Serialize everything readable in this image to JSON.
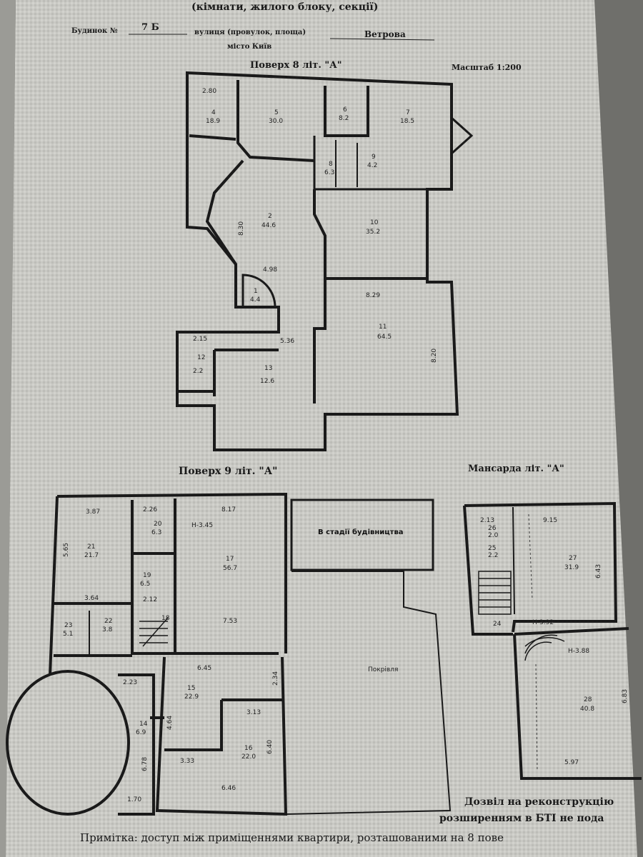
{
  "header": {
    "top_line": "(кімнати, жилого блоку, секції)",
    "building_label": "Будинок №",
    "building_number": "7 Б",
    "street_label": "вулиця (провулок, площа)",
    "street": "Ветрова",
    "city": "місто Київ"
  },
  "floor8": {
    "title": "Поверх 8 літ. \"А\"",
    "scale": "Масштаб 1:200",
    "rooms": [
      {
        "no": "4",
        "area": "18.9"
      },
      {
        "no": "5",
        "area": "30.0"
      },
      {
        "no": "6",
        "area": "8.2"
      },
      {
        "no": "7",
        "area": "18.5"
      },
      {
        "no": "8",
        "area": "6.3"
      },
      {
        "no": "9",
        "area": "4.2"
      },
      {
        "no": "2",
        "area": "44.6"
      },
      {
        "no": "10",
        "area": "35.2"
      },
      {
        "no": "1",
        "area": "4.4"
      },
      {
        "no": "11",
        "area": "64.5"
      },
      {
        "no": "12",
        "area": "2.2"
      },
      {
        "no": "13",
        "area": "12.6"
      }
    ],
    "dims": [
      "2.80",
      "5.36",
      "8.29",
      "4.98",
      "8.30",
      "2.15",
      "8.20"
    ]
  },
  "floor9": {
    "title": "Поверх 9 літ. \"А\"",
    "rooms": [
      {
        "no": "21",
        "area": "21.7"
      },
      {
        "no": "20",
        "area": "6.3"
      },
      {
        "no": "17",
        "area": "56.7"
      },
      {
        "no": "19",
        "area": "6.5"
      },
      {
        "no": "18",
        "area": ""
      },
      {
        "no": "23",
        "area": "5.1"
      },
      {
        "no": "22",
        "area": "3.8"
      },
      {
        "no": "15",
        "area": "22.9"
      },
      {
        "no": "14",
        "area": "6.9"
      },
      {
        "no": "16",
        "area": "22.0"
      }
    ],
    "dims": [
      "3.87",
      "2.26",
      "8.17",
      "5.65",
      "3.64",
      "2.12",
      "7.53",
      "6.45",
      "2.34",
      "3.13",
      "4.64",
      "3.33",
      "6.46",
      "2.23",
      "6.78",
      "1.70",
      "6.40"
    ],
    "height": "H-3.45",
    "construction_note": "В стадії будівництва",
    "roof": "Покрівля"
  },
  "attic": {
    "title": "Мансарда літ. \"А\"",
    "rooms": [
      {
        "no": "26",
        "area": "2.0"
      },
      {
        "no": "25",
        "area": "2.2"
      },
      {
        "no": "27",
        "area": "31.9"
      },
      {
        "no": "24",
        "area": ""
      },
      {
        "no": "28",
        "area": "40.8"
      }
    ],
    "dims": [
      "2.13",
      "9.15",
      "6.43",
      "5.97",
      "6.83"
    ],
    "height1": "H-3.92",
    "height2": "H-3.88"
  },
  "footer": {
    "permit_line1": "Дозвіл на реконструкцію",
    "permit_line2": "розширенням в БТІ не пода",
    "note_line1": "Примітка: доступ між приміщеннями квартири, розташованими на 8 пове"
  }
}
